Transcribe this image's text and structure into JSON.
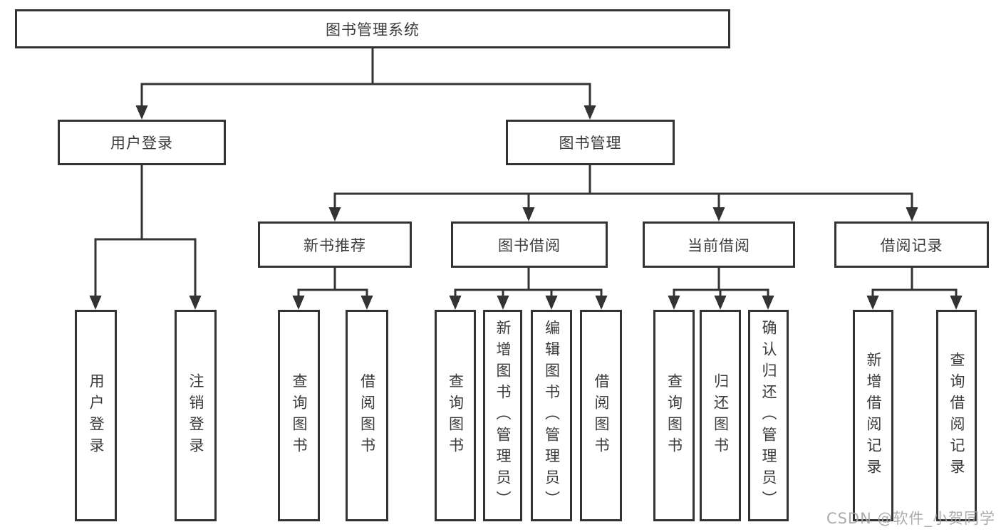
{
  "tree": {
    "root": {
      "label": "图书管理系统",
      "children": [
        {
          "label": "用户登录",
          "children": [
            {
              "label": "用户登录"
            },
            {
              "label": "注销登录"
            }
          ]
        },
        {
          "label": "图书管理",
          "children": [
            {
              "label": "新书推荐",
              "children": [
                {
                  "label": "查询图书"
                },
                {
                  "label": "借阅图书"
                }
              ]
            },
            {
              "label": "图书借阅",
              "children": [
                {
                  "label": "查询图书"
                },
                {
                  "label": "新增图书（管理员）"
                },
                {
                  "label": "编辑图书（管理员）"
                },
                {
                  "label": "借阅图书"
                }
              ]
            },
            {
              "label": "当前借阅",
              "children": [
                {
                  "label": "查询图书"
                },
                {
                  "label": "归还图书"
                },
                {
                  "label": "确认归还（管理员）"
                }
              ]
            },
            {
              "label": "借阅记录",
              "children": [
                {
                  "label": "新增借阅记录"
                },
                {
                  "label": "查询借阅记录"
                }
              ]
            }
          ]
        }
      ]
    }
  },
  "watermark": {
    "text": "CSDN @软件_小贺同学"
  },
  "colors": {
    "line": "#333333",
    "box_border": "#333333",
    "text": "#3a3a3a",
    "watermark": "#a5a5a5",
    "background": "#ffffff"
  }
}
